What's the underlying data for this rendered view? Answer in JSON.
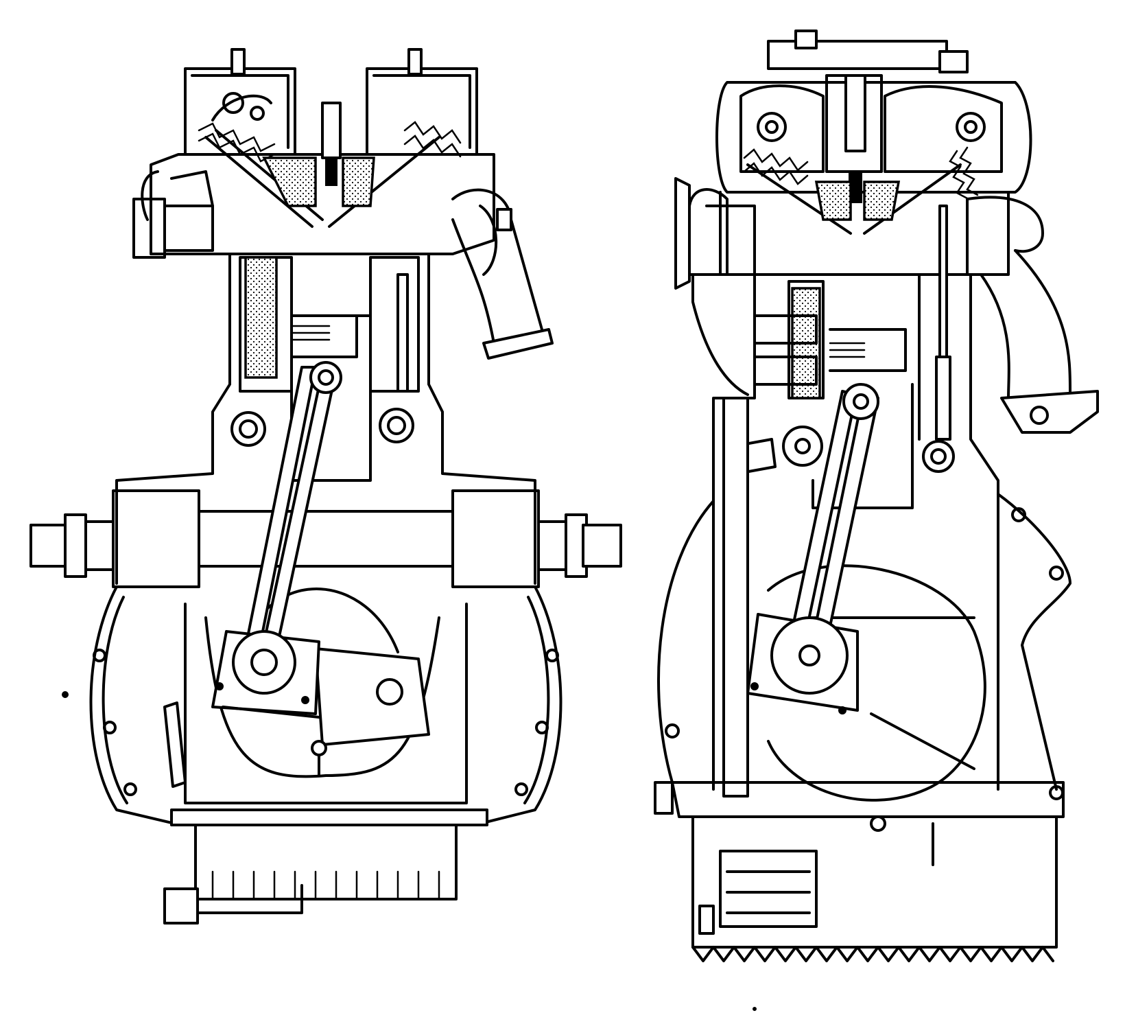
{
  "figure": {
    "ink_color": "#000000",
    "paper_color": "#ffffff",
    "views": [
      {
        "id": "front-section",
        "description_key": "left"
      },
      {
        "id": "side-section",
        "description_key": "right"
      }
    ]
  }
}
